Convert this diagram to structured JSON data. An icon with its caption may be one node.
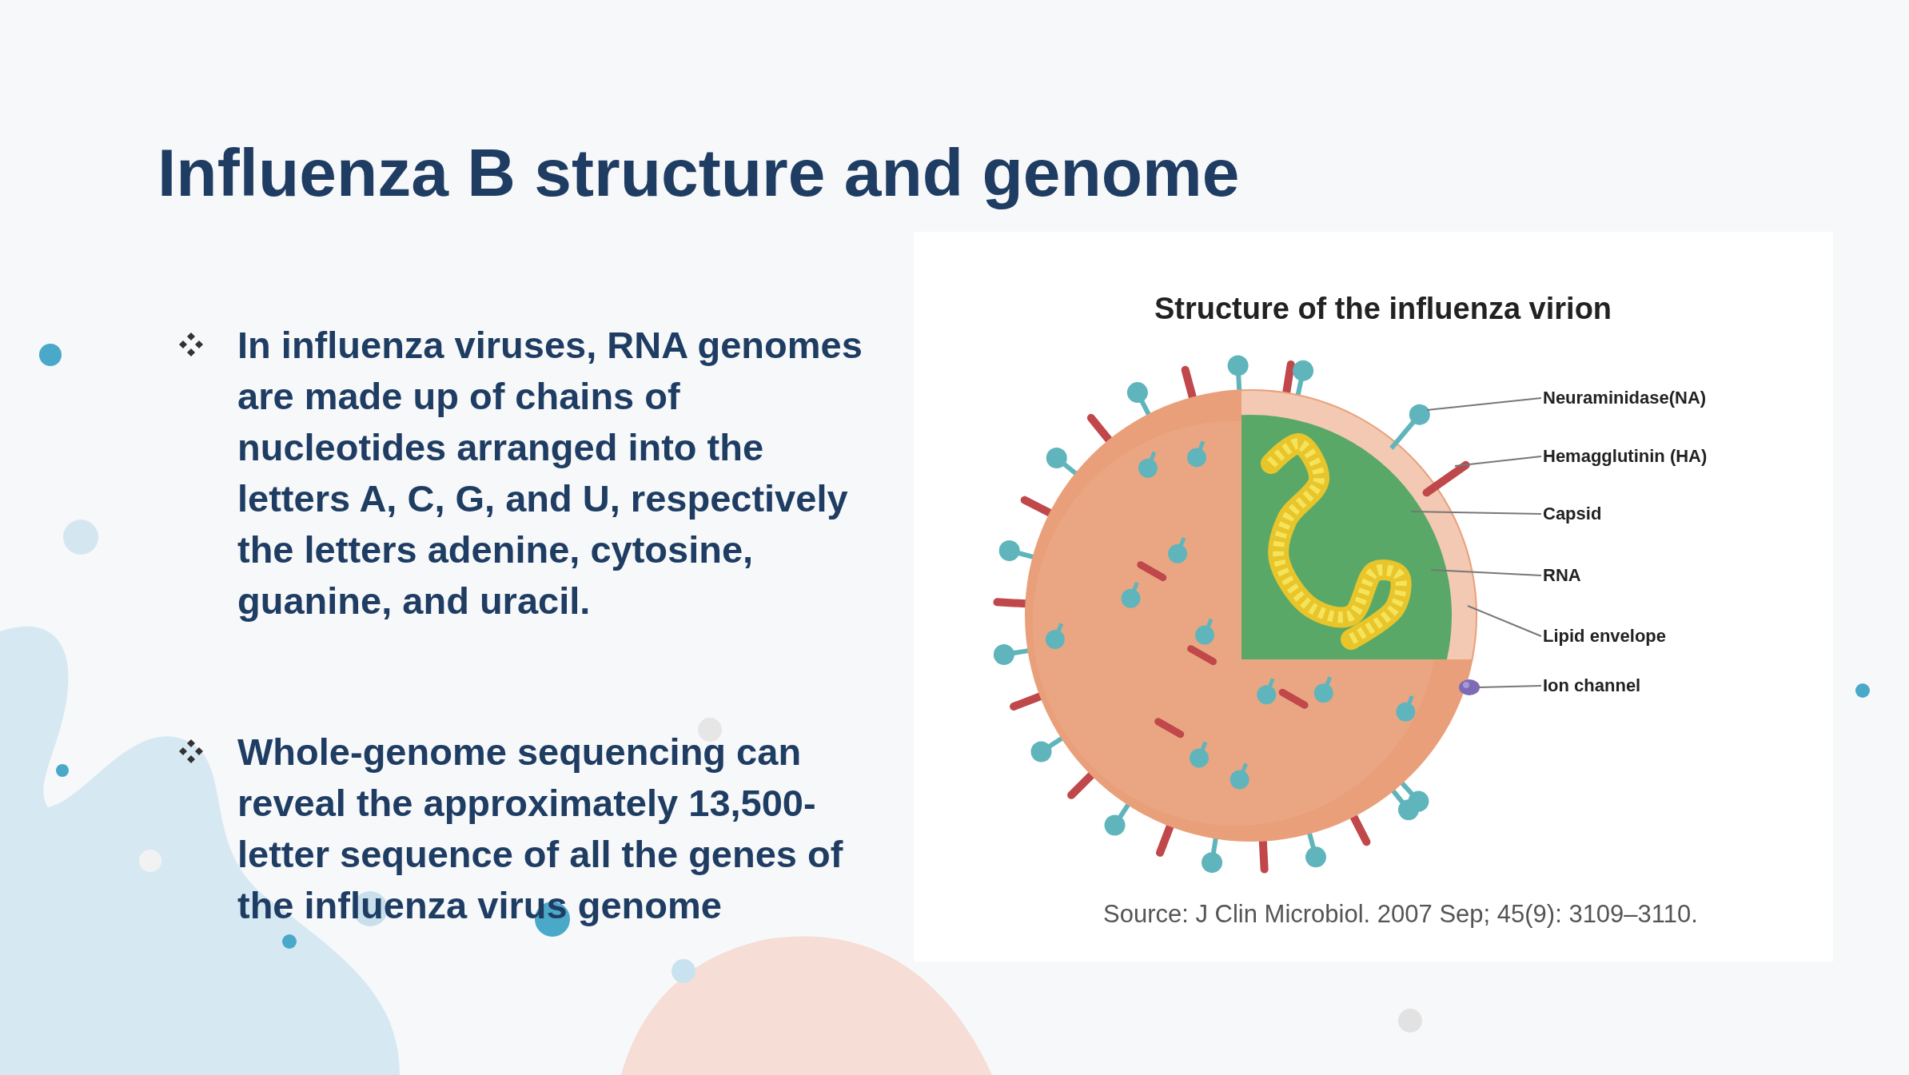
{
  "diagram": {
    "title": "Influenza B structure and genome",
    "nodes": [
      {
        "text": [
          "Neuraminidase(NA)"
        ]
      },
      {
        "text": [
          "Hemagglutinin (HA)"
        ]
      },
      {
        "text": [
          "Capsid"
        ]
      },
      {
        "text": [
          "RNA"
        ]
      },
      {
        "text": [
          "Lipid envelope"
        ]
      },
      {
        "text": [
          "Ion channel"
        ]
      },
      {
        "text": [],
        "shape": "picture"
      },
      {
        "text": [],
        "shape": "picture"
      },
      {
        "text": [],
        "shape": "picture",
        "in": 10
      },
      {
        "text": [],
        "shape": "picture",
        "in": 8
      },
      {
        "text": [],
        "shape": "picture"
      },
      {
        "text": [],
        "shape": "picture"
      }
    ],
    "edges": [
      {
        "from": 0,
        "to": 6,
        "arrow": "none"
      },
      {
        "from": 1,
        "to": 7,
        "arrow": "none"
      },
      {
        "from": 2,
        "to": 8,
        "arrow": "none"
      },
      {
        "from": 3,
        "to": 9,
        "arrow": "none"
      },
      {
        "from": 4,
        "to": 10,
        "arrow": "none"
      },
      {
        "from": 5,
        "to": 11,
        "arrow": "none"
      }
    ],
    "labels": [
      "In influenza viruses, RNA genomes are made up of chains of nucleotides arranged into the letters A, C, G, and U, respectively the letters adenine, cytosine, guanine, and uracil.",
      "Whole-genome sequencing can reveal the approximately 13,500-letter sequence of all the genes of the influenza virus genome",
      "Structure of the influenza virion",
      "Source: J Clin Microbiol. 2007 Sep; 45(9): 3109–3110."
    ]
  }
}
